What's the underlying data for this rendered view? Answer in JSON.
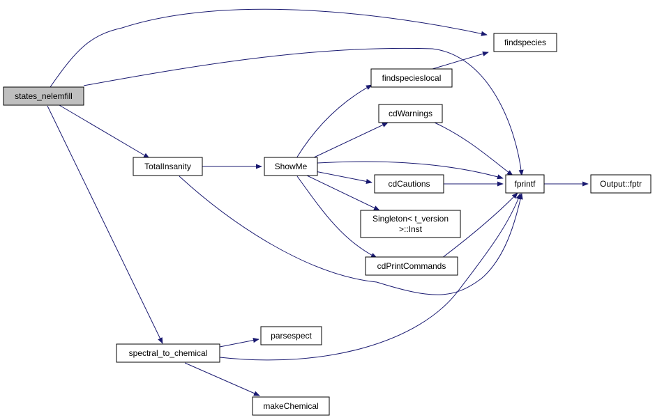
{
  "nodes": {
    "states_nelemfill": "states_nelemfill",
    "findspecies": "findspecies",
    "findspecieslocal": "findspecieslocal",
    "cdWarnings": "cdWarnings",
    "TotalInsanity": "TotalInsanity",
    "ShowMe": "ShowMe",
    "cdCautions": "cdCautions",
    "fprintf": "fprintf",
    "Output_fptr": "Output::fptr",
    "Singleton_line1": "Singleton< t_version",
    "Singleton_line2": ">::Inst",
    "cdPrintCommands": "cdPrintCommands",
    "parsespect": "parsespect",
    "spectral_to_chemical": "spectral_to_chemical",
    "makeChemical": "makeChemical"
  },
  "colors": {
    "edge": "#191970",
    "root_fill": "#bfbfbf",
    "node_fill": "#ffffff",
    "border": "#000000"
  }
}
